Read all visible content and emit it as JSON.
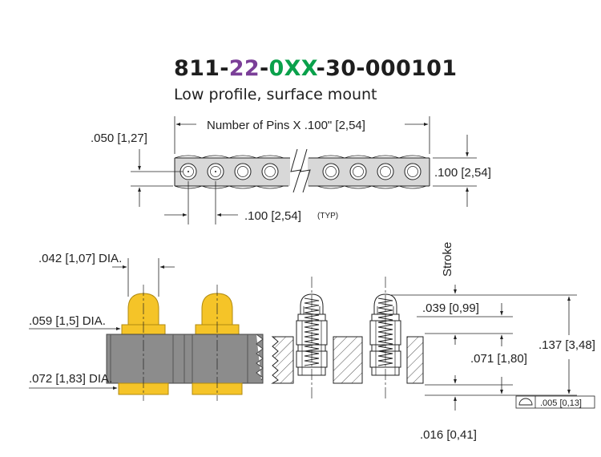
{
  "title": {
    "p1": "811-",
    "p2": "22",
    "p3": "-",
    "p4": "0XX",
    "p5": "-30-000101"
  },
  "subtitle": "Low profile, surface mount",
  "labels": {
    "num_pins": "Number of Pins X .100\" [2,54]",
    "d050": ".050 [1,27]",
    "d100_right": ".100 [2,54]",
    "d100_pitch": ".100 [2,54]",
    "typ": "(TYP)",
    "d042": ".042 [1,07] DIA.",
    "d059": ".059 [1,5] DIA.",
    "d072": ".072 [1,83] DIA.",
    "stroke": "Stroke",
    "d039": ".039 [0,99]",
    "d071": ".071 [1,80]",
    "d137": ".137 [3,48]",
    "d016": ".016 [0,41]",
    "flatness": ".005 [0,13]"
  },
  "colors": {
    "gold": "#f5c428",
    "gold_dark": "#b08a10",
    "body_gray": "#8c8c8c",
    "line": "#222222",
    "purple": "#7b3f98",
    "green": "#0aa14b"
  },
  "icons": {
    "flatness": "flatness-tolerance-icon",
    "break": "strip-break-icon"
  }
}
